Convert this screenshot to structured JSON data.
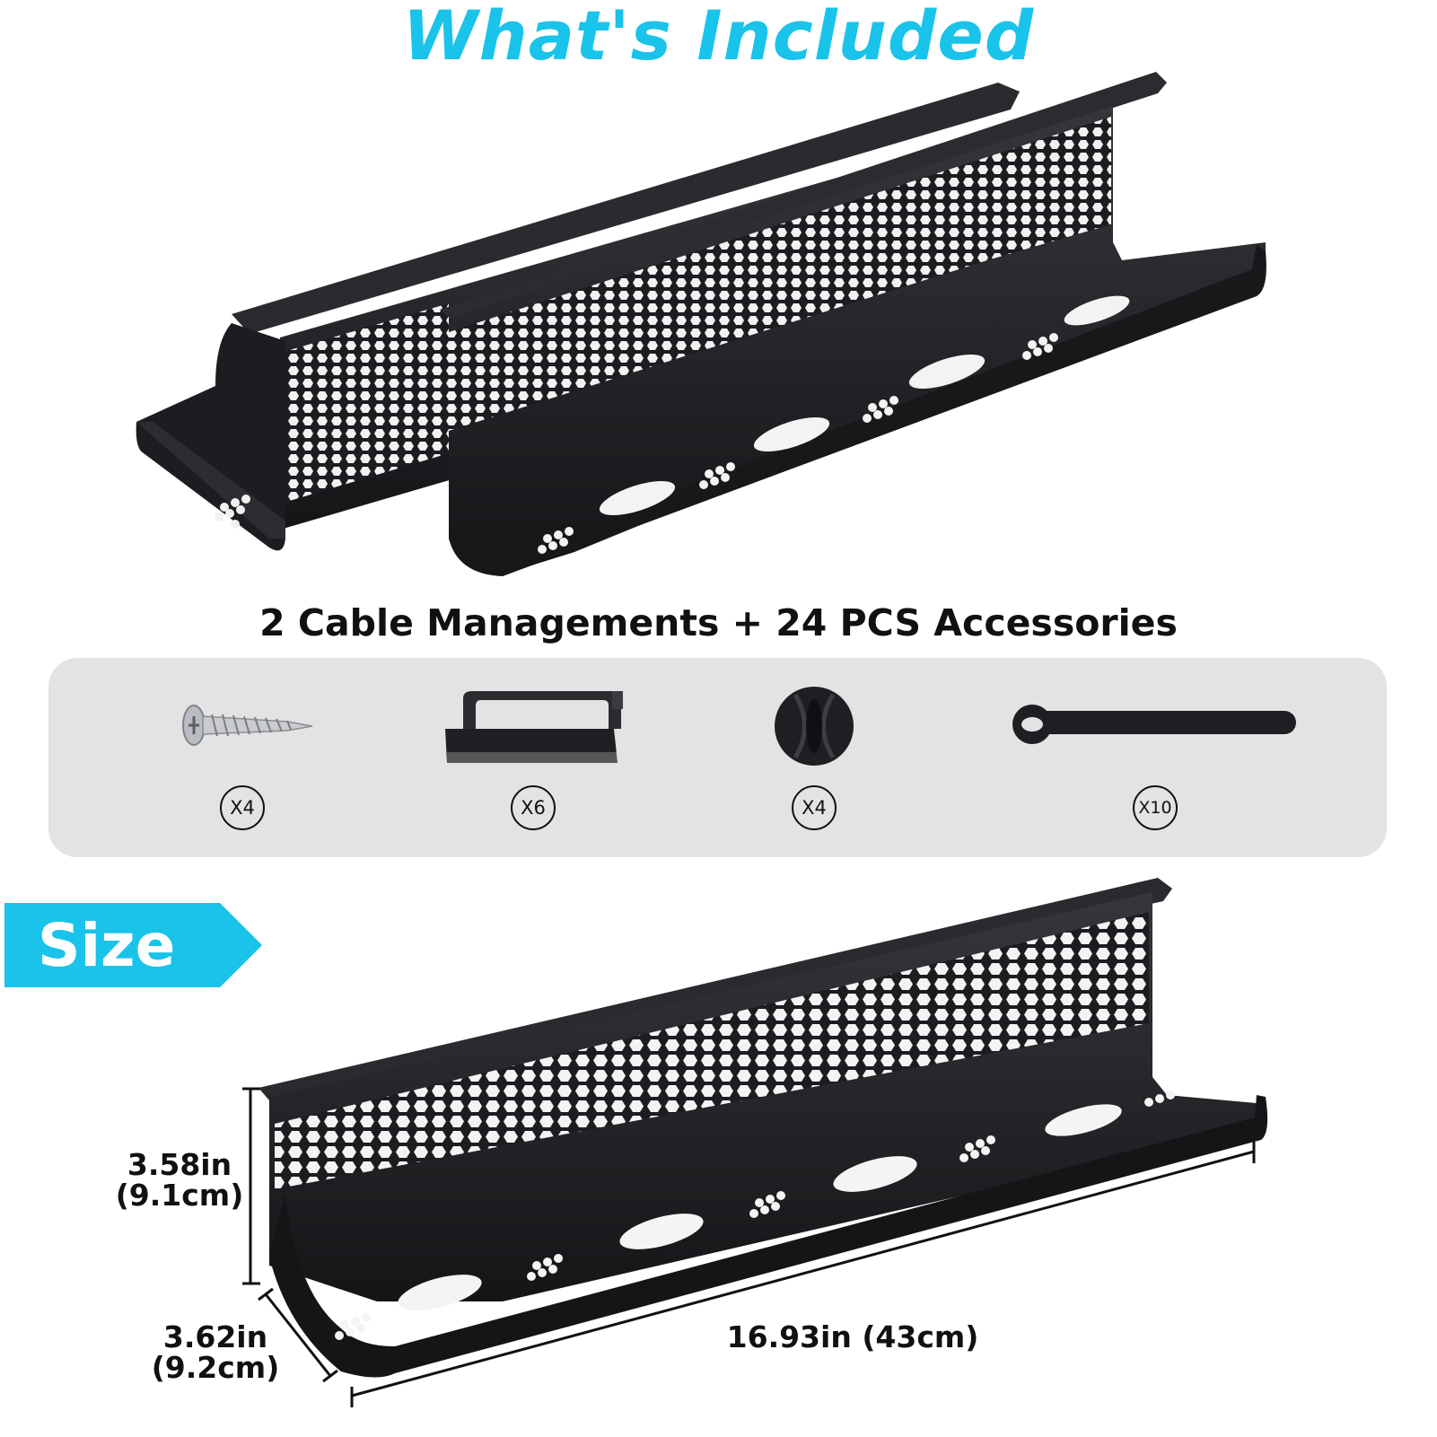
{
  "headline": "What's Included",
  "subtitle": "2 Cable Managements + 24 PCS Accessories",
  "accessories": [
    {
      "icon": "screw-icon",
      "qty": "X4"
    },
    {
      "icon": "cable-clip-icon",
      "qty": "X6"
    },
    {
      "icon": "cable-holder-ball-icon",
      "qty": "X4"
    },
    {
      "icon": "cable-tie-strap-icon",
      "qty": "X10"
    }
  ],
  "size": {
    "tag": "Size",
    "height_in": "3.58in",
    "height_cm": "(9.1cm)",
    "depth_in": "3.62in",
    "depth_cm": "(9.2cm)",
    "length": "16.93in (43cm)"
  },
  "colors": {
    "accent": "#19c3ea",
    "tray": "#1c1d20",
    "panel": "#e3e3e3"
  }
}
